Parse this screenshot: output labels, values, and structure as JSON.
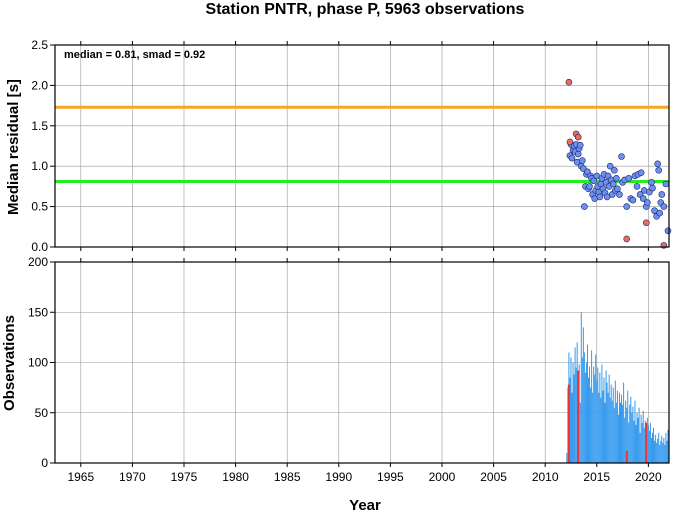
{
  "chart_data": [
    {
      "type": "scatter",
      "title": "Station PNTR, phase P, 5963 observations",
      "xlabel": "",
      "ylabel": "Median residual [s]",
      "annotation": "median = 0.81, smad = 0.92",
      "xlim": [
        1962.5,
        2022
      ],
      "ylim": [
        0,
        2.5
      ],
      "yticks": [
        "0.0",
        "0.5",
        "1.0",
        "1.5",
        "2.0",
        "2.5"
      ],
      "grid": true,
      "reference_lines": [
        {
          "y": 1.73,
          "color": "#f5a623"
        },
        {
          "y": 0.81,
          "color": "#22ee22"
        }
      ],
      "series": [
        {
          "color": "#6f8ff0",
          "points": [
            [
              2012.4,
              1.13
            ],
            [
              2012.5,
              1.27
            ],
            [
              2012.6,
              1.1
            ],
            [
              2012.7,
              1.2
            ],
            [
              2012.8,
              1.25
            ],
            [
              2012.9,
              1.18
            ],
            [
              2013.0,
              1.27
            ],
            [
              2013.1,
              1.05
            ],
            [
              2013.2,
              1.15
            ],
            [
              2013.3,
              1.22
            ],
            [
              2013.4,
              1.26
            ],
            [
              2013.5,
              1.0
            ],
            [
              2013.6,
              1.07
            ],
            [
              2013.7,
              0.97
            ],
            [
              2013.8,
              0.5
            ],
            [
              2013.9,
              0.75
            ],
            [
              2014.0,
              0.9
            ],
            [
              2014.1,
              0.93
            ],
            [
              2014.2,
              0.72
            ],
            [
              2014.3,
              0.75
            ],
            [
              2014.4,
              0.88
            ],
            [
              2014.5,
              0.85
            ],
            [
              2014.6,
              0.65
            ],
            [
              2014.7,
              0.82
            ],
            [
              2014.8,
              0.6
            ],
            [
              2014.9,
              0.7
            ],
            [
              2015.0,
              0.88
            ],
            [
              2015.1,
              0.75
            ],
            [
              2015.2,
              0.68
            ],
            [
              2015.3,
              0.62
            ],
            [
              2015.4,
              0.78
            ],
            [
              2015.5,
              0.85
            ],
            [
              2015.6,
              0.72
            ],
            [
              2015.7,
              0.9
            ],
            [
              2015.8,
              0.67
            ],
            [
              2015.9,
              0.8
            ],
            [
              2016.0,
              0.62
            ],
            [
              2016.1,
              0.88
            ],
            [
              2016.2,
              0.75
            ],
            [
              2016.3,
              1.0
            ],
            [
              2016.4,
              0.83
            ],
            [
              2016.5,
              0.65
            ],
            [
              2016.6,
              0.78
            ],
            [
              2016.7,
              0.95
            ],
            [
              2016.8,
              0.7
            ],
            [
              2016.9,
              0.85
            ],
            [
              2017.0,
              0.72
            ],
            [
              2017.2,
              0.65
            ],
            [
              2017.4,
              1.12
            ],
            [
              2017.5,
              0.8
            ],
            [
              2017.7,
              0.83
            ],
            [
              2017.9,
              0.5
            ],
            [
              2018.1,
              0.85
            ],
            [
              2018.3,
              0.6
            ],
            [
              2018.5,
              0.58
            ],
            [
              2018.7,
              0.88
            ],
            [
              2018.9,
              0.75
            ],
            [
              2019.0,
              0.9
            ],
            [
              2019.2,
              0.65
            ],
            [
              2019.3,
              0.92
            ],
            [
              2019.5,
              0.6
            ],
            [
              2019.6,
              0.7
            ],
            [
              2019.8,
              0.5
            ],
            [
              2019.9,
              0.55
            ],
            [
              2020.1,
              0.68
            ],
            [
              2020.3,
              0.8
            ],
            [
              2020.4,
              0.73
            ],
            [
              2020.6,
              0.45
            ],
            [
              2020.8,
              0.38
            ],
            [
              2020.9,
              1.03
            ],
            [
              2021.0,
              0.95
            ],
            [
              2021.1,
              0.42
            ],
            [
              2021.2,
              0.55
            ],
            [
              2021.3,
              0.65
            ],
            [
              2021.5,
              0.5
            ],
            [
              2021.7,
              0.78
            ],
            [
              2021.9,
              0.2
            ]
          ]
        },
        {
          "color": "#f06a5a",
          "points": [
            [
              2012.3,
              2.04
            ],
            [
              2012.4,
              1.3
            ],
            [
              2013.0,
              1.4
            ],
            [
              2013.2,
              1.36
            ],
            [
              2017.9,
              0.1
            ],
            [
              2019.8,
              0.3
            ],
            [
              2021.5,
              0.02
            ]
          ]
        }
      ]
    },
    {
      "type": "bar",
      "xlabel": "Year",
      "ylabel": "Observations",
      "xlim": [
        1962.5,
        2022
      ],
      "ylim": [
        0,
        200
      ],
      "yticks": [
        "0",
        "50",
        "100",
        "150",
        "200"
      ],
      "xticks": [
        "1965",
        "1970",
        "1975",
        "1980",
        "1985",
        "1990",
        "1995",
        "2000",
        "2005",
        "2010",
        "2015",
        "2020"
      ],
      "grid": true,
      "bar_color": "#3399ee",
      "highlight_color": "#ee3333",
      "bars_x": [
        2012.1,
        2012.2,
        2012.3,
        2012.4,
        2012.5,
        2012.6,
        2012.7,
        2012.8,
        2012.9,
        2013.0,
        2013.1,
        2013.2,
        2013.3,
        2013.4,
        2013.5,
        2013.6,
        2013.7,
        2013.8,
        2013.9,
        2014.0,
        2014.1,
        2014.2,
        2014.3,
        2014.4,
        2014.5,
        2014.6,
        2014.7,
        2014.8,
        2014.9,
        2015.0,
        2015.1,
        2015.2,
        2015.3,
        2015.4,
        2015.5,
        2015.6,
        2015.7,
        2015.8,
        2015.9,
        2016.0,
        2016.1,
        2016.2,
        2016.3,
        2016.4,
        2016.5,
        2016.6,
        2016.7,
        2016.8,
        2016.9,
        2017.0,
        2017.1,
        2017.2,
        2017.3,
        2017.4,
        2017.5,
        2017.6,
        2017.7,
        2017.8,
        2017.9,
        2018.0,
        2018.1,
        2018.2,
        2018.3,
        2018.4,
        2018.5,
        2018.6,
        2018.7,
        2018.8,
        2018.9,
        2019.0,
        2019.1,
        2019.2,
        2019.3,
        2019.4,
        2019.5,
        2019.6,
        2019.7,
        2019.8,
        2019.9,
        2020.0,
        2020.1,
        2020.2,
        2020.3,
        2020.4,
        2020.5,
        2020.6,
        2020.7,
        2020.8,
        2020.9,
        2021.0,
        2021.1,
        2021.2,
        2021.3,
        2021.4,
        2021.5,
        2021.6,
        2021.7,
        2021.8,
        2021.9
      ],
      "bars_y": [
        10,
        75,
        110,
        85,
        105,
        70,
        100,
        88,
        115,
        95,
        120,
        80,
        98,
        60,
        150,
        105,
        135,
        110,
        90,
        100,
        118,
        85,
        96,
        75,
        112,
        70,
        96,
        88,
        108,
        82,
        95,
        70,
        90,
        65,
        98,
        72,
        85,
        60,
        92,
        80,
        70,
        88,
        65,
        78,
        62,
        75,
        55,
        82,
        60,
        72,
        48,
        70,
        60,
        68,
        58,
        80,
        45,
        62,
        55,
        72,
        40,
        58,
        66,
        50,
        56,
        42,
        62,
        38,
        50,
        45,
        55,
        30,
        48,
        40,
        52,
        35,
        42,
        30,
        45,
        38,
        32,
        40,
        25,
        30,
        35,
        22,
        28,
        20,
        24,
        30,
        18,
        22,
        27,
        20,
        25,
        18,
        30,
        22,
        33
      ],
      "highlight_x": [
        2012.3,
        2013.2,
        2017.9,
        2019.8
      ],
      "highlight_y": [
        78,
        92,
        12,
        40
      ]
    }
  ]
}
